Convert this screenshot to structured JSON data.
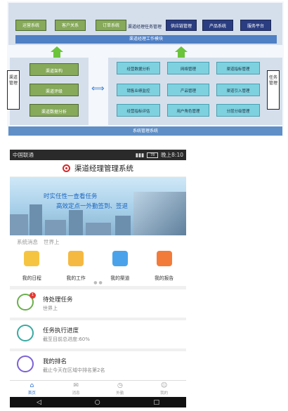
{
  "diagram": {
    "top_green": [
      "运营系统",
      "客户关系",
      "订单系统"
    ],
    "top_navy": [
      "渠道经理任务管理",
      "供应链管理",
      "产品系统",
      "服务平台"
    ],
    "work_module": "渠道经理工作模块",
    "left_label": "渠道管理",
    "left_items": [
      "渠道架构",
      "渠道评级",
      "渠道数据分析"
    ],
    "right_label": "任务管理",
    "right_items": [
      "经营数据分析",
      "网络管理",
      "渠道指标管理",
      "销售业绩监控",
      "产品管理",
      "渠道引入管理",
      "经营指标评估",
      "用户角色管理",
      "分层分级管理"
    ],
    "bottom": "系统管理系统",
    "colors": {
      "green": "#86a95a",
      "navy": "#2a3d82",
      "cyan": "#7ed1df",
      "blue": "#4f7fc4"
    }
  },
  "phone": {
    "status": {
      "carrier": "中国联通",
      "right": "晚上8:10",
      "battery": "78"
    },
    "app_title": "渠道经理管理系统",
    "banner": {
      "line1": "时实任性一查看任务",
      "line2": "高效定点一外勤签到、签退"
    },
    "notice": {
      "label": "系统消息",
      "text": "世界上"
    },
    "shortcuts": [
      {
        "label": "我的日程",
        "icon": "calendar-icon",
        "color": "#f5c542"
      },
      {
        "label": "我的工作",
        "icon": "document-icon",
        "color": "#f5b942"
      },
      {
        "label": "我的渠道",
        "icon": "network-icon",
        "color": "#4aa3ea"
      },
      {
        "label": "我的报告",
        "icon": "report-icon",
        "color": "#f37b3a"
      }
    ],
    "tasks": [
      {
        "title": "待处理任务",
        "sub": "世界上",
        "icon": "task-icon",
        "color": "#6ab04c",
        "badge": "1"
      },
      {
        "title": "任务执行进度",
        "sub": "截至目前总进度:60%",
        "icon": "progress-icon",
        "color": "#3aa9a0",
        "progress": 0.6
      },
      {
        "title": "我的排名",
        "sub": "截止今天在区域中排名第2名",
        "icon": "ranking-icon",
        "color": "#7b61d6"
      }
    ],
    "tabs": [
      "首页",
      "消息",
      "外勤",
      "我的"
    ]
  }
}
